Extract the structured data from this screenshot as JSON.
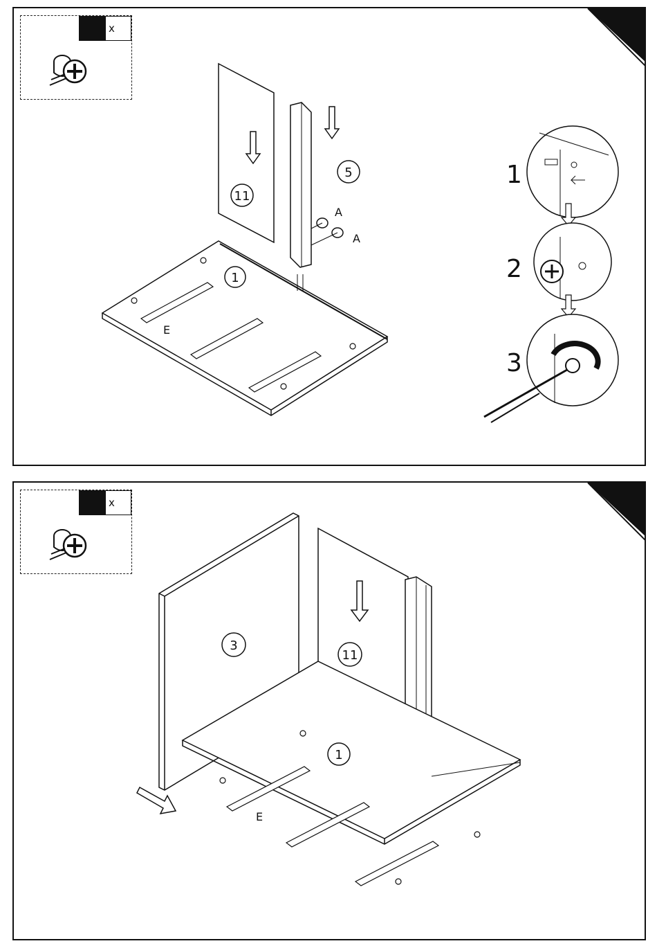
{
  "panels": [
    {
      "hardware": {
        "icon": "cam-lock-icon",
        "quantity_mark": "x"
      },
      "labels": {
        "panel_back": "11",
        "panel_side": "5",
        "panel_base": "1",
        "fitting_a1": "A",
        "fitting_a2": "A",
        "rail": "E"
      },
      "steps": [
        "1",
        "2",
        "3"
      ]
    },
    {
      "hardware": {
        "icon": "cam-lock-icon",
        "quantity_mark": "x"
      },
      "labels": {
        "panel_left": "3",
        "panel_back": "11",
        "panel_base": "1",
        "rail": "E"
      }
    }
  ],
  "colors": {
    "ink": "#111111",
    "paper": "#ffffff"
  }
}
